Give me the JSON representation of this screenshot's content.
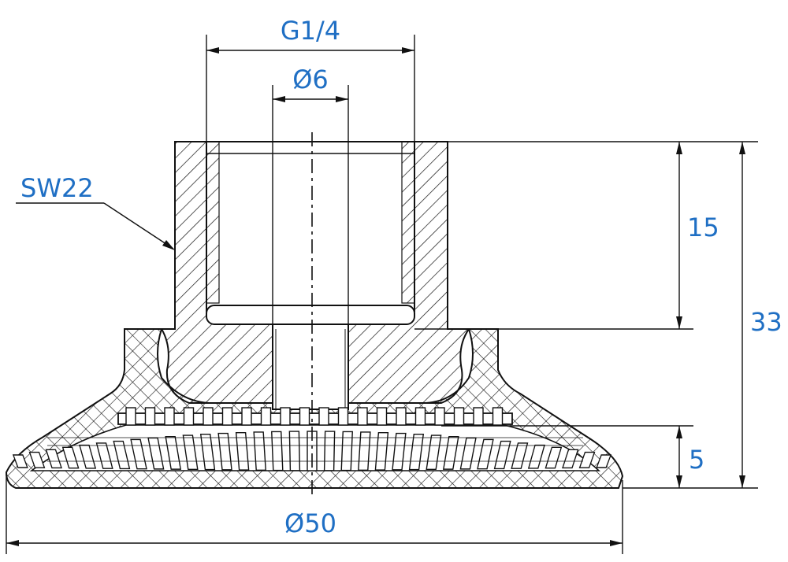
{
  "dimensions": {
    "thread": "G1/4",
    "bore": "Ø6",
    "wrench_size": "SW22",
    "thread_depth": "15",
    "total_height": "33",
    "lip_height": "5",
    "cup_diameter": "Ø50"
  },
  "colors": {
    "line": "#111111",
    "dimension_text": "#1f6fc4",
    "background": "#ffffff"
  }
}
